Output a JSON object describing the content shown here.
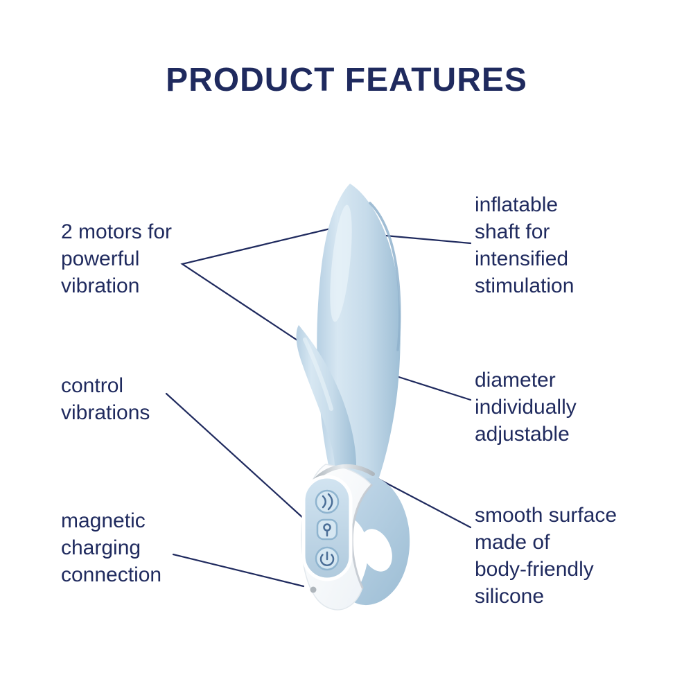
{
  "title": "PRODUCT FEATURES",
  "labels": {
    "left": [
      {
        "id": "motors",
        "text": "2 motors for\npowerful\nvibration"
      },
      {
        "id": "control",
        "text": "control\nvibrations"
      },
      {
        "id": "magnetic",
        "text": "magnetic\ncharging\nconnection"
      }
    ],
    "right": [
      {
        "id": "inflatable",
        "text": "inflatable\nshaft for\nintensified\nstimulation"
      },
      {
        "id": "diameter",
        "text": "diameter\nindividually\nadjustable"
      },
      {
        "id": "smooth",
        "text": "smooth surface\nmade of\nbody-friendly\nsilicone"
      }
    ]
  },
  "device": {
    "button_icons": [
      "vibration-wave-icon",
      "air-pump-icon",
      "power-icon"
    ]
  },
  "colors": {
    "text": "#1f2a5e",
    "callout_line": "#1f2a5e",
    "body_blue": "#bdd5e6",
    "body_blue_dark": "#9fc0d6",
    "handle_white": "#ffffff",
    "metal_silver": "#c4c9ce",
    "background": "#ffffff"
  }
}
